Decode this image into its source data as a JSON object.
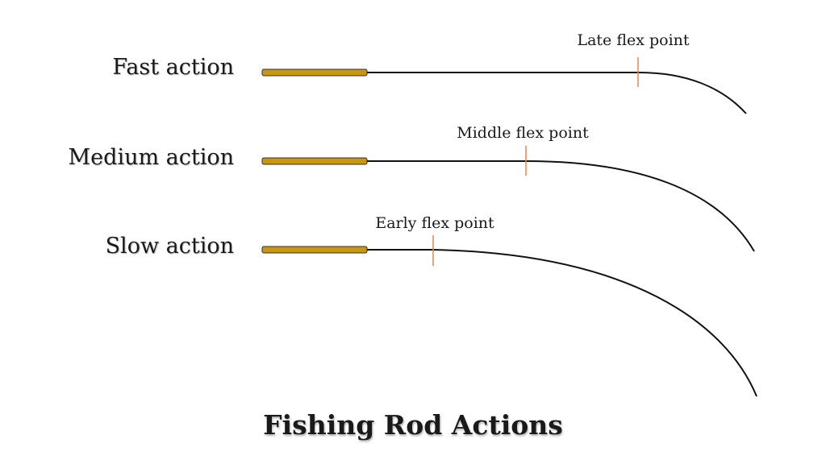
{
  "diagram": {
    "title": "Fishing Rod Actions",
    "handle_color": "#C9960F",
    "marker_color": "#E8824A",
    "line_color": "#111111",
    "rods": [
      {
        "action_label": "Fast action",
        "flex_label": "Late flex point"
      },
      {
        "action_label": "Medium action",
        "flex_label": "Middle flex point"
      },
      {
        "action_label": "Slow action",
        "flex_label": "Early flex point"
      }
    ]
  }
}
